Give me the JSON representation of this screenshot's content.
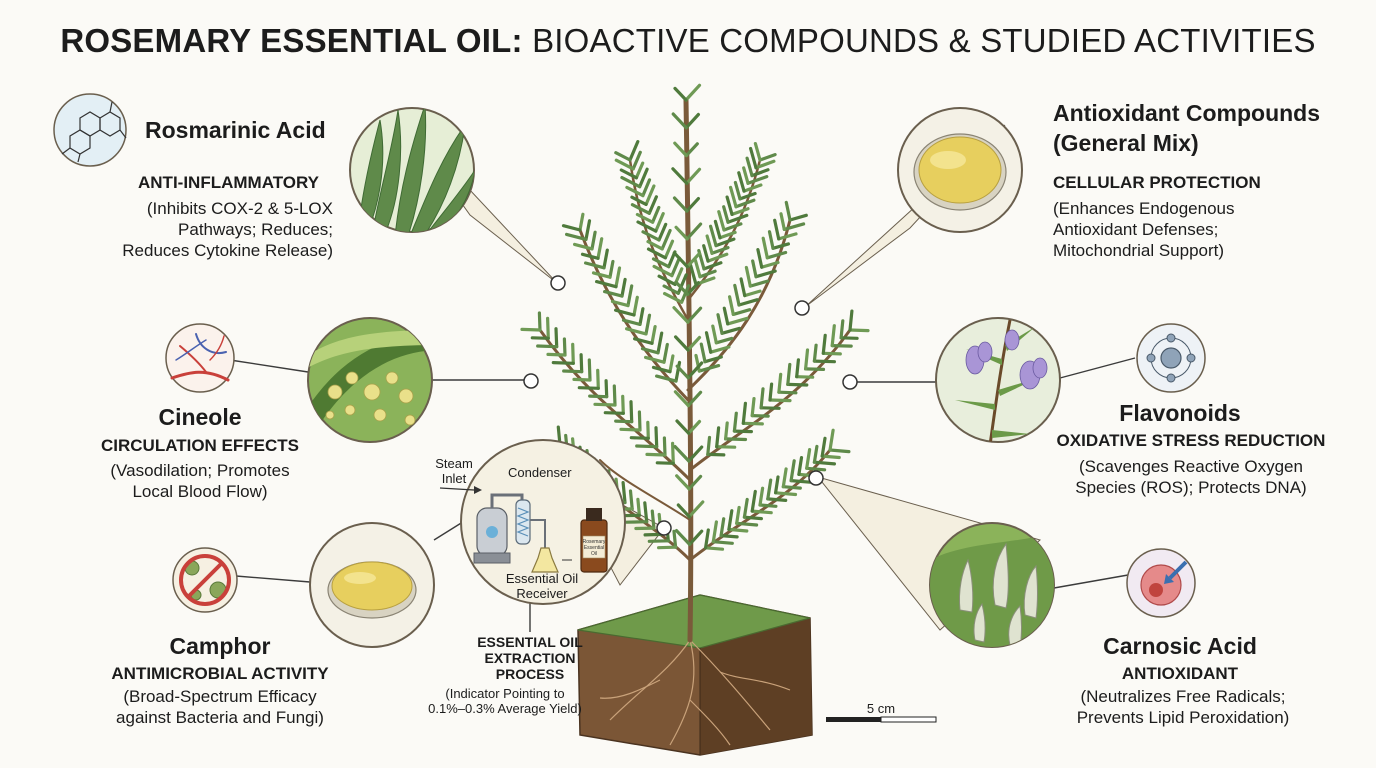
{
  "title": {
    "bold": "ROSEMARY ESSENTIAL OIL:",
    "rest": " BIOACTIVE COMPOUNDS & STUDIED ACTIVITIES"
  },
  "compounds": [
    {
      "name": "Rosmarinic Acid",
      "activity": "ANTI-INFLAMMATORY",
      "description": [
        "(Inhibits COX-2 & 5-LOX",
        "Pathways; Reduces;",
        "Reduces Cytokine Release)"
      ],
      "icon": "molecule-structure-icon"
    },
    {
      "name": "Cineole",
      "activity": "CIRCULATION EFFECTS",
      "description": [
        "(Vasodilation; Promotes",
        "Local Blood Flow)"
      ],
      "icon": "blood-vessels-icon"
    },
    {
      "name": "Camphor",
      "activity": "ANTIMICROBIAL ACTIVITY",
      "description": [
        "(Broad-Spectrum Efficacy",
        "against Bacteria and Fungi)"
      ],
      "icon": "no-microbes-icon"
    },
    {
      "name": "Antioxidant Compounds",
      "name2": "(General Mix)",
      "activity": "CELLULAR PROTECTION",
      "description": [
        "(Enhances Endogenous",
        "Antioxidant Defenses;",
        "Mitochondrial Support)"
      ],
      "icon": "oil-dish-icon"
    },
    {
      "name": "Flavonoids",
      "activity": "OXIDATIVE STRESS REDUCTION",
      "description": [
        "(Scavenges Reactive Oxygen",
        "Species (ROS); Protects DNA)"
      ],
      "icon": "atom-icon"
    },
    {
      "name": "Carnosic Acid",
      "activity": "ANTIOXIDANT",
      "description": [
        "(Neutralizes Free Radicals;",
        "Prevents Lipid Peroxidation)"
      ],
      "icon": "cell-protection-icon"
    }
  ],
  "extraction": {
    "steam_label": [
      "Steam",
      "Inlet"
    ],
    "condenser_label": "Condenser",
    "receiver_label": [
      "Essential Oil",
      "Receiver"
    ],
    "bottle_label": [
      "Rosemary",
      "Essential",
      "Oil"
    ],
    "title": [
      "ESSENTIAL OIL",
      "EXTRACTION",
      "PROCESS"
    ],
    "description": [
      "(Indicator Pointing to",
      "0.1%–0.3% Average Yield)"
    ]
  },
  "scale_bar": "5 cm",
  "colors": {
    "leaf": "#5f8a4a",
    "leaf_dark": "#3f6a34",
    "stem": "#7a5a3a",
    "soil": "#6b4a2e",
    "oil": "#e7cf5e",
    "lens": "#f2eedd",
    "circle_border": "#6a5f4e"
  }
}
